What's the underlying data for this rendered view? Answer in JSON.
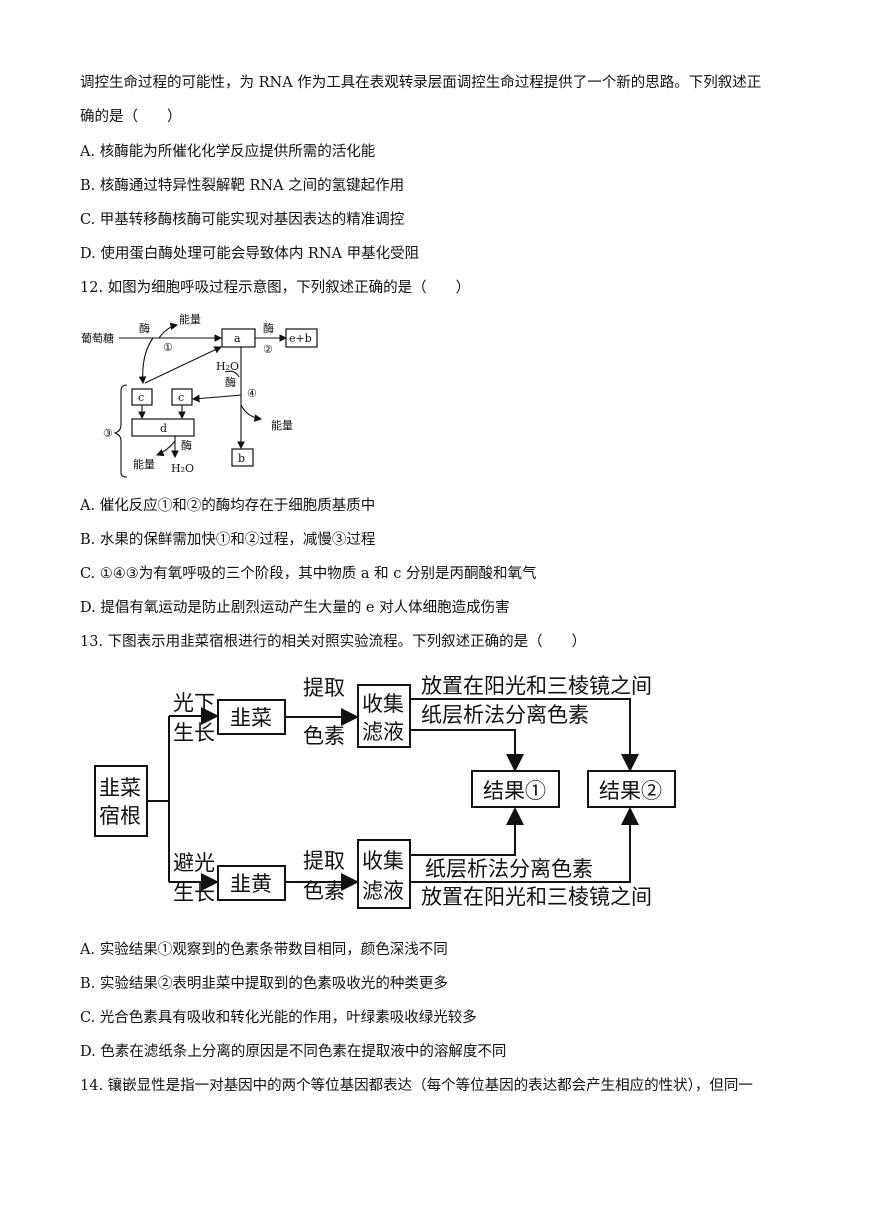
{
  "q11": {
    "stem_cont1": "调控生命过程的可能性，为 RNA 作为工具在表观转录层面调控生命过程提供了一个新的思路。下列叙述正",
    "stem_cont2": "确的是（　　）",
    "options": [
      "A. 核酶能为所催化化学反应提供所需的活化能",
      "B. 核酶通过特异性裂解靶 RNA 之间的氢键起作用",
      "C. 甲基转移酶核酶可能实现对基因表达的精准调控",
      "D. 使用蛋白酶处理可能会导致体内 RNA 甲基化受阻"
    ]
  },
  "q12": {
    "stem": "12. 如图为细胞呼吸过程示意图，下列叙述正确的是（　　）",
    "diagram": {
      "glucose": "葡萄糖",
      "enzyme": "酶",
      "energy": "能量",
      "a": "a",
      "eb": "e+b",
      "c": "c",
      "d": "d",
      "b": "b",
      "water": "H₂O",
      "step1": "①",
      "step2": "②",
      "step3": "③",
      "step4": "④"
    },
    "options": [
      "A. 催化反应①和②的酶均存在于细胞质基质中",
      "B. 水果的保鲜需加快①和②过程，减慢③过程",
      "C. ①④③为有氧呼吸的三个阶段，其中物质 a 和 c 分别是丙酮酸和氧气",
      "D. 提倡有氧运动是防止剧烈运动产生大量的 e 对人体细胞造成伤害"
    ]
  },
  "q13": {
    "stem": "13. 下图表示用韭菜宿根进行的相关对照实验流程。下列叙述正确的是（　　）",
    "diagram": {
      "root_1": "韭菜",
      "root_2": "宿根",
      "light_1": "光下",
      "light_2": "生长",
      "dark_1": "避光",
      "dark_2": "生长",
      "chive": "韭菜",
      "yellow": "韭黄",
      "extract_1": "提取",
      "extract_2": "色素",
      "collect_1": "收集",
      "collect_2": "滤液",
      "prism": "放置在阳光和三棱镜之间",
      "chromatography": "纸层析法分离色素",
      "result1": "结果①",
      "result2": "结果②"
    },
    "options": [
      "A. 实验结果①观察到的色素条带数目相同，颜色深浅不同",
      "B. 实验结果②表明韭菜中提取到的色素吸收光的种类更多",
      "C. 光合色素具有吸收和转化光能的作用，叶绿素吸收绿光较多",
      "D. 色素在滤纸条上分离的原因是不同色素在提取液中的溶解度不同"
    ]
  },
  "q14": {
    "stem": "14. 镶嵌显性是指一对基因中的两个等位基因都表达（每个等位基因的表达都会产生相应的性状），但同一"
  }
}
